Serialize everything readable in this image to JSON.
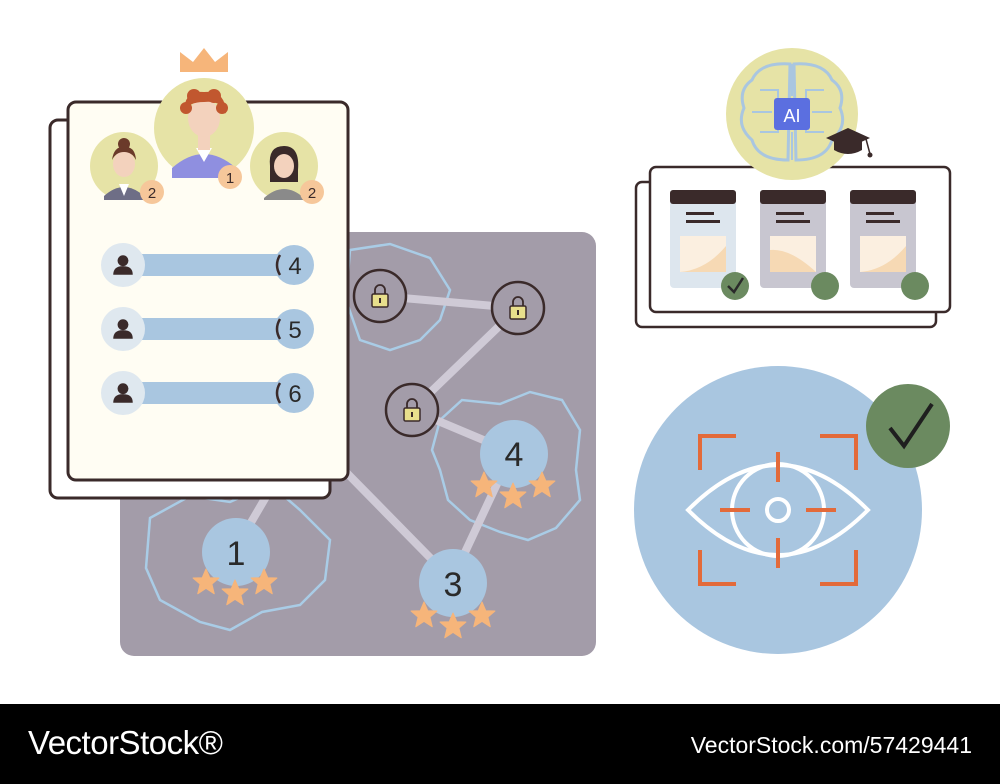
{
  "leaderboard": {
    "podium": [
      {
        "rank": "1",
        "role": "winner"
      },
      {
        "rank": "2",
        "role": "left-runner-up"
      },
      {
        "rank": "2",
        "role": "right-runner-up"
      }
    ],
    "rows": [
      {
        "rank": "4"
      },
      {
        "rank": "5"
      },
      {
        "rank": "6"
      }
    ]
  },
  "map": {
    "levels": [
      {
        "number": "1",
        "stars": 3
      },
      {
        "number": "3",
        "stars": 3
      },
      {
        "number": "4",
        "stars": 3
      }
    ],
    "locked_nodes": 3
  },
  "ai_course": {
    "badge": "AI",
    "cards": [
      {
        "status": "completed"
      },
      {
        "status": "pending"
      },
      {
        "status": "pending"
      }
    ]
  },
  "eye_scan": {
    "status": "verified"
  },
  "footer": {
    "brand": "VectorStock®",
    "image_id": "VectorStock.com/57429441"
  },
  "colors": {
    "map_bg": "#a39ca9",
    "region_outline": "#a9cce6",
    "level_circle": "#a9c6e0",
    "star": "#f6b57a",
    "panel_bg": "#fffdf3",
    "outline": "#3a2a2a",
    "row_bar": "#a9c6e0",
    "avatar_bg": "#e6e3a6",
    "check_green": "#6b8a60",
    "scan_orange": "#e36a3a",
    "eye_bg": "#a9c6e0"
  }
}
